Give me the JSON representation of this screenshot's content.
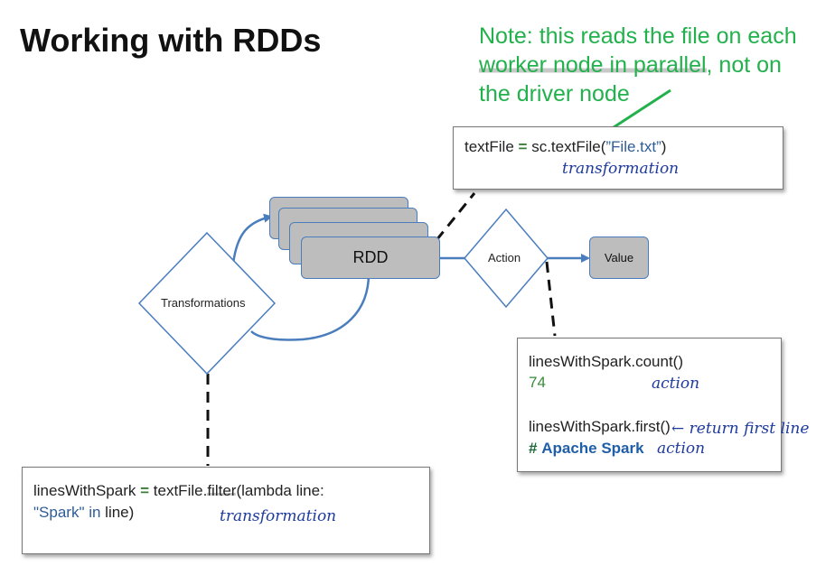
{
  "title": "Working with RDDs",
  "note": {
    "line1": "Note: this reads the file on each",
    "line2_highlight": "worker node in parallel",
    "line2_rest": ", not on",
    "line3": "the driver node"
  },
  "nodes": {
    "rdd": "RDD",
    "action": "Action",
    "value": "Value",
    "transformations": "Transformations"
  },
  "textfile_box": {
    "var": "textFile",
    "eq": "=",
    "call": "sc.textFile(",
    "arg": "”File.txt”",
    "close": ")",
    "annotation": "transformation"
  },
  "filter_box": {
    "var": "linesWithSpark",
    "eq": "=",
    "call": "textFile.",
    "method": "filter",
    "rest": "(lambda line:",
    "str": "\"Spark\"",
    "in": " in",
    "end": " line)",
    "annotation": "transformation"
  },
  "action_box": {
    "count_call": "linesWithSpark.count()",
    "count_result": "74",
    "count_annotation": "action",
    "first_call": "linesWithSpark.first()",
    "first_note": "← return first line",
    "first_result_hash": "#",
    "first_result_text": "Apache Spark",
    "first_annotation": "action"
  },
  "colors": {
    "note_green": "#22b14c",
    "node_fill": "#bdbdbd",
    "node_border": "#4a7dbd",
    "arrow_blue": "#4a7dbd",
    "handwriting_blue": "#1e3a9c"
  }
}
